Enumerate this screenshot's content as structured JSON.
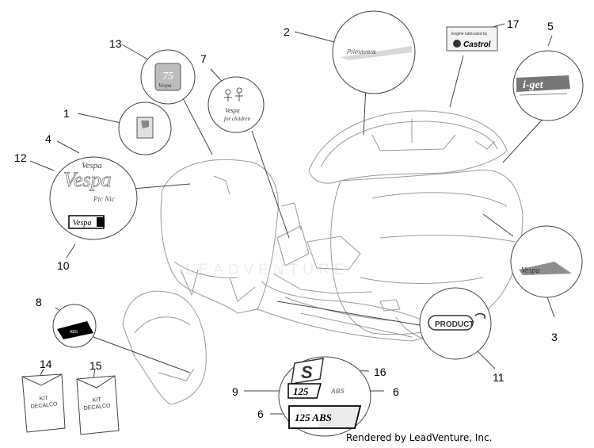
{
  "diagram": {
    "callouts": [
      {
        "id": "c1",
        "number": "1"
      },
      {
        "id": "c2",
        "number": "2"
      },
      {
        "id": "c3",
        "number": "3"
      },
      {
        "id": "c4",
        "number": "4"
      },
      {
        "id": "c5",
        "number": "5"
      },
      {
        "id": "c6a",
        "number": "6"
      },
      {
        "id": "c6b",
        "number": "6"
      },
      {
        "id": "c7",
        "number": "7"
      },
      {
        "id": "c8",
        "number": "8"
      },
      {
        "id": "c9",
        "number": "9"
      },
      {
        "id": "c10",
        "number": "10"
      },
      {
        "id": "c11",
        "number": "11"
      },
      {
        "id": "c12",
        "number": "12"
      },
      {
        "id": "c13",
        "number": "13"
      },
      {
        "id": "c14",
        "number": "14"
      },
      {
        "id": "c15",
        "number": "15"
      },
      {
        "id": "c16",
        "number": "16"
      },
      {
        "id": "c17",
        "number": "17"
      }
    ],
    "decal_texts": {
      "castrol_top": "Engine lubricated by",
      "castrol_brand": "Castrol",
      "for_children": "for children",
      "vespa": "Vespa",
      "pic_nic": "Pic Nic",
      "primavera": "Primavera",
      "iget": "i-get",
      "kit_line1": "KIT",
      "kit_line2": "DECALCO",
      "s_badge": "S",
      "num_125": "125",
      "abs": "ABS",
      "num_125_abs": "125 ABS",
      "product": "PRODUCT",
      "abs_small": "ABS"
    },
    "watermark": "LEADVENTURE",
    "credit": "Rendered by LeadVenture, Inc."
  }
}
